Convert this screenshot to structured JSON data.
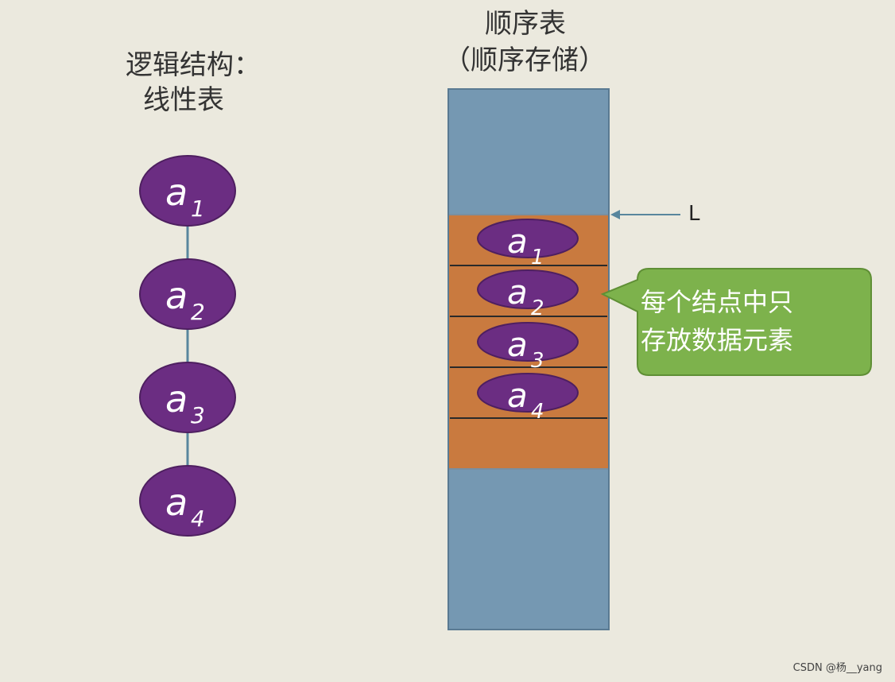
{
  "logical": {
    "heading_line1": "逻辑结构：",
    "heading_line2": "线性表",
    "nodes": [
      {
        "base": "a",
        "sub": "1"
      },
      {
        "base": "a",
        "sub": "2"
      },
      {
        "base": "a",
        "sub": "3"
      },
      {
        "base": "a",
        "sub": "4"
      }
    ]
  },
  "storage": {
    "title": "顺序表",
    "subtitle": "（顺序存储）",
    "pointer_label": "L",
    "cells": [
      {
        "base": "a",
        "sub": "1"
      },
      {
        "base": "a",
        "sub": "2"
      },
      {
        "base": "a",
        "sub": "3"
      },
      {
        "base": "a",
        "sub": "4"
      }
    ],
    "callout_line1": "每个结点中只",
    "callout_line2": "存放数据元素"
  },
  "colors": {
    "node_fill": "#6b2d82",
    "memory_free": "#7598b2",
    "memory_used": "#c97a3f",
    "callout_fill": "#7db24c",
    "connector": "#58869d"
  },
  "watermark": "CSDN @杨__yang"
}
